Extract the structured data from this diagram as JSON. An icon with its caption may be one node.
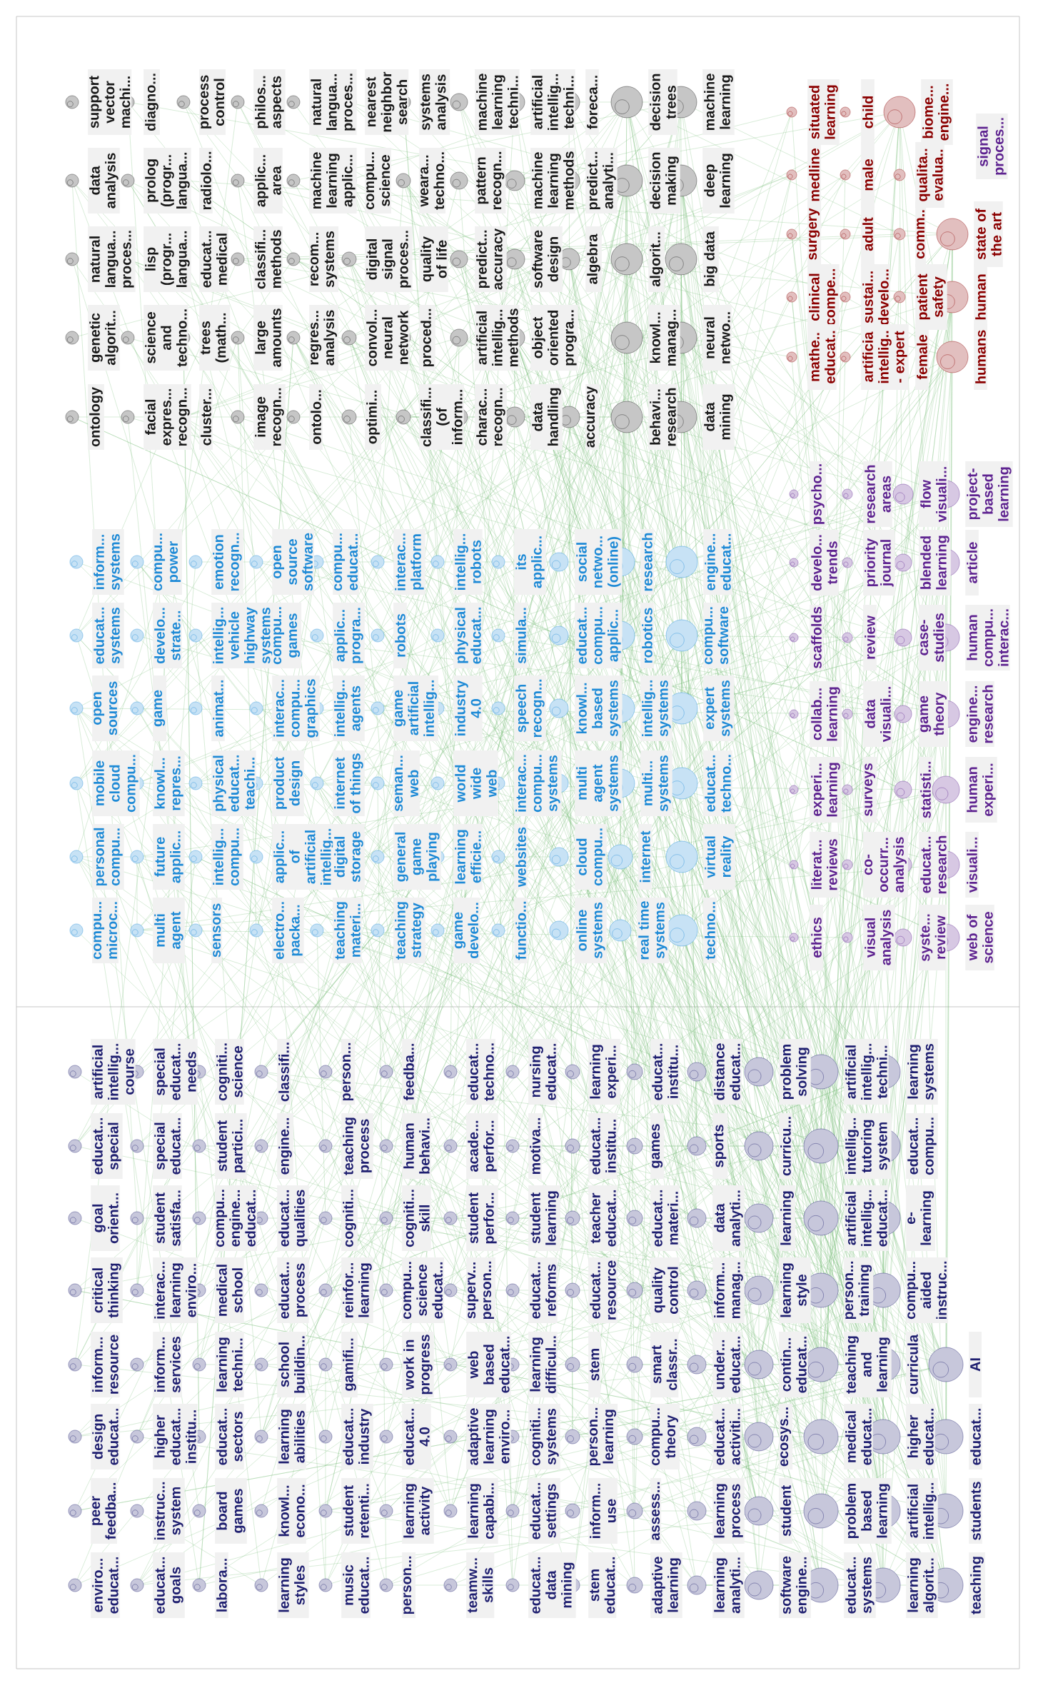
{
  "diagram": {
    "labels": [
      "support vector machi...",
      "data analysis",
      "natural langua... proces...",
      "genetic algorit...",
      "ontology",
      "diagno...",
      "prolog (progr... langua...",
      "lisp (progr... langua...",
      "science and techno...",
      "facial expres... recogn...",
      "process control",
      "radiolo...",
      "educat... medical",
      "trees (math...",
      "cluster...",
      "philos... aspects",
      "applic... area",
      "classifi... methods",
      "large amounts",
      "image recogn...",
      "natural langua... proces...",
      "machine learning applic...",
      "recom... systems",
      "regres... analysis",
      "ontolo...",
      "nearest neighbor search",
      "compu... science",
      "digital signal proces...",
      "convol... neural network",
      "optimi...",
      "systems analysis",
      "weara... techno...",
      "quality of life",
      "proced...",
      "classifi... (of inform...",
      "machine learning techni...",
      "pattern recogn...",
      "predict... accuracy",
      "artificial intellig... methods",
      "charac... recogn...",
      "artificial intellig... techni...",
      "machine learning methods",
      "software design",
      "object oriented progra...",
      "data handling",
      "foreca...",
      "predict... analyti...",
      "algebra",
      "accuracy",
      "decision trees",
      "decision making",
      "algorit...",
      "knowl... manag...",
      "behavi... research",
      "machine learning",
      "deep learning",
      "big data",
      "neural netwo...",
      "data mining",
      "situated learning",
      "medline",
      "surgery",
      "clinical compe...",
      "mathe.. educat..",
      "child",
      "male",
      "adult",
      "sustai... develo...",
      "artificia intellig.. - expert",
      "biome... engine...",
      "qualita.. evalua..",
      "comm..",
      "patient safety",
      "female",
      "state of the art",
      "human",
      "humans",
      "signal proces...",
      "psycho...",
      "develo... trends",
      "scaffolds",
      "collab... learning",
      "experi... learning",
      "literat... reviews",
      "ethics",
      "research areas",
      "priority journal",
      "review",
      "data visuali...",
      "surveys",
      "co- occurr... analysis",
      "visual analysis",
      "flow visuali...",
      "blended learning",
      "case- studies",
      "game theory",
      "statisti...",
      "educat... research",
      "syste... review",
      "project- based learning",
      "article",
      "human compu... interac...",
      "engine... research",
      "human experi...",
      "visuali...",
      "web of science",
      "inform... systems",
      "educat... systems",
      "open sources",
      "mobile cloud compu...",
      "personal compu...",
      "compu... microc...",
      "compu... power",
      "develo... strate...",
      "game",
      "knowl... repres...",
      "future applic...",
      "multi agent",
      "emotion recogn...",
      "intellig... vehicle highway systems",
      "animat...",
      "physical educat... teachi...",
      "intellig... compu...",
      "sensors",
      "open source software",
      "compu... games",
      "interac... compu... graphics",
      "product design",
      "applic... of artificial intellig...",
      "electro... packa...",
      "compu... educat...",
      "applic... progra...",
      "intellig... agents",
      "internet of things",
      "digital storage",
      "teaching materi...",
      "interac... platform",
      "robots",
      "game artificial intellig...",
      "seman... web",
      "general game playing",
      "teaching strategy",
      "intellig... robots",
      "physical educat...",
      "industry 4.0",
      "world wide web",
      "learning efficie...",
      "game develo...",
      "its applic...",
      "simula...",
      "speech recogn...",
      "interac... compu... systems",
      "websites",
      "functio...",
      "social netwo... (online)",
      "educat... compu... applic...",
      "knowl... based systems",
      "multi agent systems",
      "cloud compu...",
      "online systems",
      "research",
      "robotics",
      "intellig... systems",
      "multi... systems",
      "internet",
      "real time systems",
      "engine... educat...",
      "compu... software",
      "expert systems",
      "educat... techno...",
      "virtual reality",
      "techno...",
      "artificial intellig... course",
      "educat... special",
      "goal orient...",
      "critical thinking",
      "inform... resource",
      "design educat...",
      "peer feedba...",
      "enviro... educat...",
      "special educat... needs",
      "special educat...",
      "student satisfa...",
      "interac... learning enviro...",
      "inform... services",
      "higher educat... institu...",
      "instruc... system",
      "educat... goals",
      "cogniti... science",
      "student partici...",
      "compu... engine... educat...",
      "medical school",
      "learning techni...",
      "educat... sectors",
      "board games",
      "labora...",
      "classifi...",
      "engine...",
      "educat... qualities",
      "educat... process",
      "school buildin...",
      "learning abilities",
      "knowl... econo...",
      "learning styles",
      "person...",
      "teaching process",
      "cogniti...",
      "reinfor... learning",
      "gamifi...",
      "educat... industry",
      "student retenti...",
      "music educat...",
      "feedba...",
      "human behavi...",
      "cogniti... skill",
      "compu... science educat...",
      "work in progress",
      "educat... 4.0",
      "learning activity",
      "person...",
      "educat... techno...",
      "acade... perfor...",
      "student perfor...",
      "superv... person...",
      "web based educat...",
      "adaptive learning enviro...",
      "learning capabi...",
      "teamw... skills",
      "nursing educat...",
      "motiva...",
      "student learning",
      "educat... reforms",
      "learning difficul...",
      "cogniti... systems",
      "educat... settings",
      "educat... data mining",
      "learning experi...",
      "educat... institu...",
      "teacher educat...",
      "educat... resource",
      "stem",
      "person... learning",
      "inform... use",
      "stem educat...",
      "educat... institu...",
      "games",
      "educat... materi...",
      "quality control",
      "smart classr...",
      "compu... theory",
      "assess...",
      "adaptive learning",
      "distance educat...",
      "sports",
      "data analyti...",
      "inform... manag...",
      "under... educat...",
      "educat... activiti...",
      "learning process",
      "learning analyti...",
      "problem solving",
      "curricu...",
      "learning",
      "learning style",
      "contin... educat...",
      "ecosys...",
      "student",
      "software engine...",
      "artificial intellig... techni...",
      "intellig... tutoring system",
      "artificial intellig... educat...",
      "person... training",
      "teaching and learning",
      "medical educat...",
      "problem based learning",
      "educat... systems",
      "learning systems",
      "educat... compu...",
      "e- learning",
      "compu... aided instruc...",
      "curricula",
      "higher educat...",
      "artificial intellig...",
      "learning algorit...",
      "AI",
      "educat...",
      "students",
      "teaching"
    ]
  }
}
